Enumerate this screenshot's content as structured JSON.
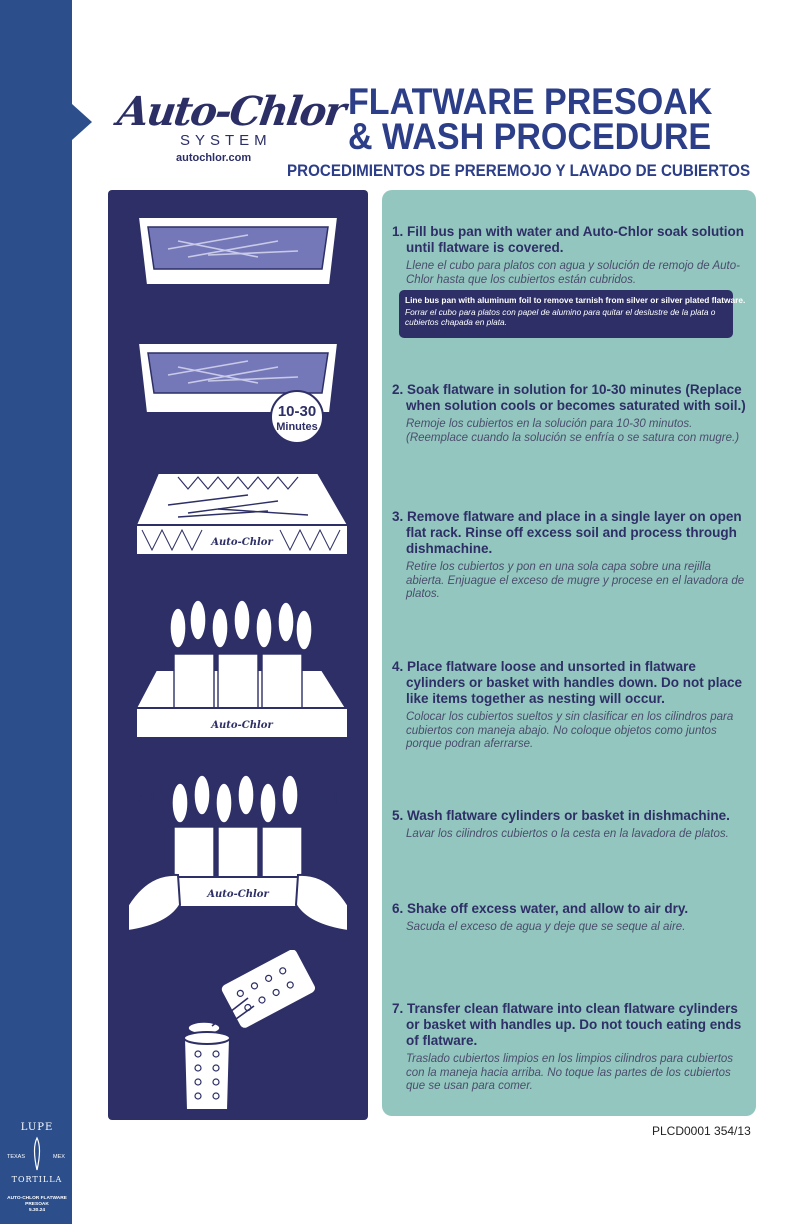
{
  "brand": {
    "script": "Auto-Chlor",
    "system": "SYSTEM",
    "url": "autochlor.com",
    "rack_label": "Auto-Chlor"
  },
  "title": {
    "line1": "FLATWARE PRESOAK",
    "line2": "& WASH PROCEDURE",
    "spanish": "PROCEDIMIENTOS DE PREREMOJO Y LAVADO DE CUBIERTOS"
  },
  "timer_badge": {
    "value": "10-30",
    "unit": "Minutes"
  },
  "steps": [
    {
      "en": "1. Fill bus pan with water and Auto-Chlor soak solution until flatware is covered.",
      "es": "Llene el cubo para platos con agua y solución de remojo de Auto-Chlor hasta que los cubiertos están cubridos."
    },
    {
      "en": "2. Soak flatware in solution for 10-30 minutes (Replace when solution cools or becomes saturated with soil.)",
      "es": "Remoje los cubiertos en la solución para 10-30 minutos. (Reemplace cuando la solución se enfría o se satura con mugre.)"
    },
    {
      "en": "3. Remove flatware and place in a single layer on open flat rack. Rinse off excess soil and process through dishmachine.",
      "es": "Retire los cubiertos y pon en una sola capa sobre una rejilla abierta. Enjuague el exceso de mugre y procese en el lavadora de platos."
    },
    {
      "en": "4. Place flatware loose and unsorted in flatware cylinders or basket with handles down. Do not place like items together as nesting will occur.",
      "es": "Colocar los cubiertos sueltos y sin clasificar en los cilindros para cubiertos con maneja abajo. No coloque objetos como juntos porque podran aferrarse."
    },
    {
      "en": "5. Wash flatware cylinders or basket in dishmachine.",
      "es": "Lavar los cilindros cubiertos o la cesta en la lavadora de platos."
    },
    {
      "en": "6. Shake off excess water, and allow to air dry.",
      "es": "Sacuda el exceso de agua y deje que se seque al aire."
    },
    {
      "en": "7. Transfer clean flatware into clean flatware cylinders or basket with handles up. Do not touch eating ends of flatware.",
      "es": "Traslado cubiertos limpios en los limpios cilindros para cubiertos con la maneja hacia arriba. No toque las partes de los cubiertos que se usan para comer."
    }
  ],
  "note": {
    "en": "Line bus pan with aluminum foil to remove tarnish from silver or silver plated flatware.",
    "es": "Forrar el cubo para platos con papel de alumino para quitar el deslustre de la plata o cubiertos chapada en plata."
  },
  "doc_code": "PLCD0001 354/13",
  "customer_badge": {
    "top": "LUPE",
    "left": "TEXAS",
    "right": "MEX",
    "bottom": "TORTILLA",
    "caption_1": "AUTO-CHLOR FLATWARE",
    "caption_2": "PRESOAK",
    "caption_3": "5.30.24"
  },
  "colors": {
    "navy": "#2d2f66",
    "sidebar_blue": "#2c4f8c",
    "teal_panel": "#93c6be",
    "water": "#7478b8"
  }
}
